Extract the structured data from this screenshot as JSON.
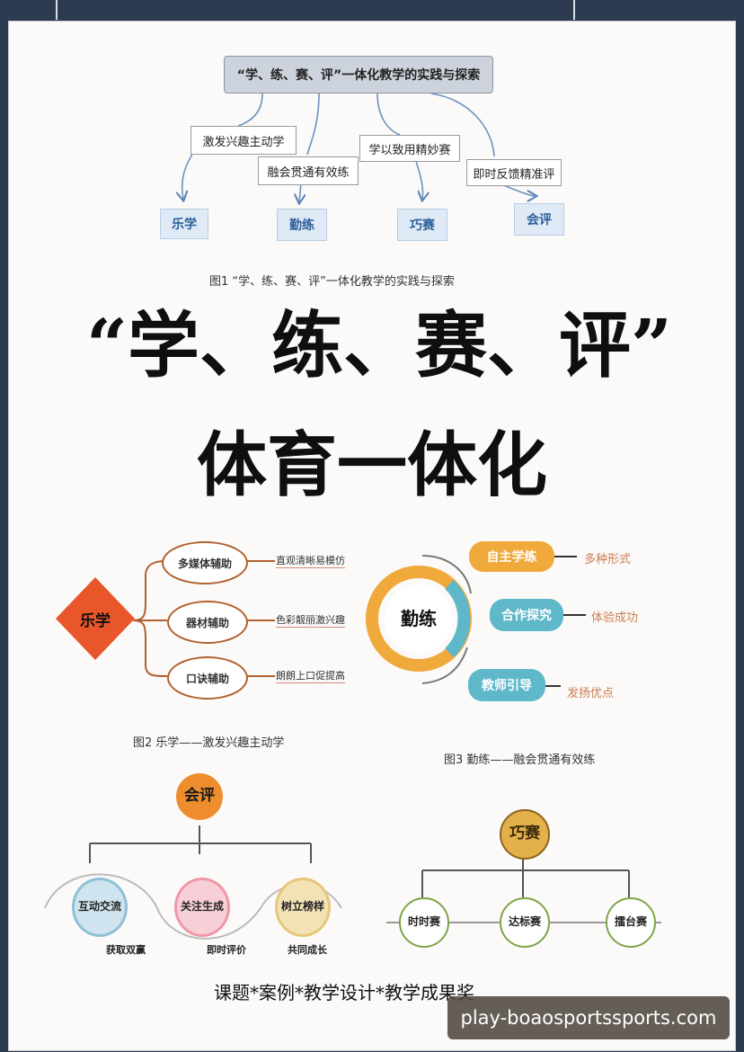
{
  "fig1": {
    "title": "“学、练、赛、评”一体化教学的实践与探索",
    "labels": [
      "激发兴趣主动学",
      "融会贯通有效练",
      "学以致用精妙赛",
      "即时反馈精准评"
    ],
    "targets": [
      "乐学",
      "勤练",
      "巧赛",
      "会评"
    ],
    "caption": "图1 “学、练、赛、评”一体化教学的实践与探索"
  },
  "headline": {
    "line1": "“学、练、赛、评”",
    "line2": "体育一体化"
  },
  "fig2": {
    "center": "乐学",
    "items": [
      {
        "name": "多媒体辅助",
        "desc": "直观清晰易模仿"
      },
      {
        "name": "器材辅助",
        "desc": "色彩靓丽激兴趣"
      },
      {
        "name": "口诀辅助",
        "desc": "朗朗上口促提高"
      }
    ],
    "caption": "图2 乐学——激发兴趣主动学",
    "colors": {
      "diamond": "#e8562a",
      "stroke": "#b1602f"
    }
  },
  "fig3": {
    "center": "勤练",
    "items": [
      {
        "name": "自主学练",
        "desc": "多种形式",
        "color": "#f0a93b"
      },
      {
        "name": "合作探究",
        "desc": "体验成功",
        "color": "#5fb8c9"
      },
      {
        "name": "教师引导",
        "desc": "发扬优点",
        "color": "#5fb8c9"
      }
    ],
    "caption": "图3 勤练——融会贯通有效练"
  },
  "fig4": {
    "root": "会评",
    "items": [
      {
        "name": "互动交流",
        "sub": "获取双赢"
      },
      {
        "name": "关注生成",
        "sub": "即时评价"
      },
      {
        "name": "树立榜样",
        "sub": "共同成长"
      }
    ]
  },
  "fig5": {
    "root": "巧赛",
    "items": [
      "时时赛",
      "达标赛",
      "擂台赛"
    ]
  },
  "footer": "课题*案例*教学设计*教学成果奖",
  "watermark": "play-boaosportssports.com"
}
